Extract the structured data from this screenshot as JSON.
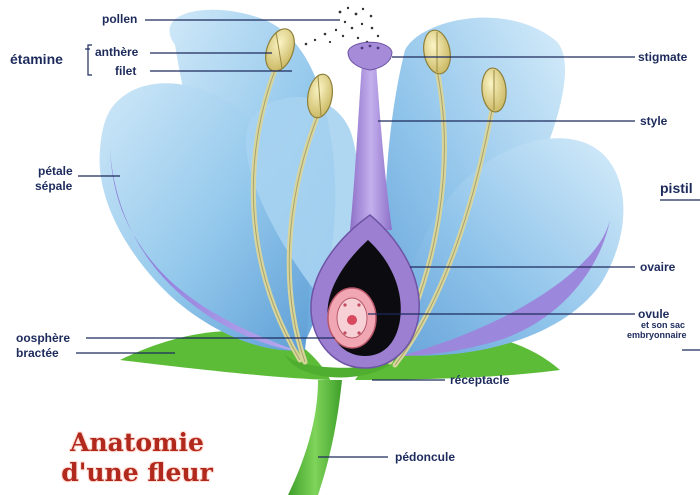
{
  "title_line1": "Anatomie",
  "title_line2": "d'une fleur",
  "labels": {
    "pollen": "pollen",
    "etamine": "étamine",
    "anthere": "anthère",
    "filet": "filet",
    "petale": "pétale",
    "sepale": "sépale",
    "oosphere": "oosphère",
    "bractee": "bractée",
    "stigmate": "stigmate",
    "style": "style",
    "pistil": "pistil",
    "ovaire": "ovaire",
    "ovule": "ovule",
    "ovule_sub1": "et son sac",
    "ovule_sub2": "embryonnaire",
    "receptacle": "réceptacle",
    "pedoncule": "pédoncule"
  },
  "colors": {
    "petal_blue": "#8fc6ec",
    "petal_light": "#c2e2f7",
    "sepal_purple": "#9a86dd",
    "pistil_purple": "#a78ad6",
    "stem_green": "#5fbf3c",
    "filament": "#dcd9a2",
    "anther": "#e6d985",
    "label_text": "#1d2b5c",
    "title_red": "#b1281d"
  }
}
